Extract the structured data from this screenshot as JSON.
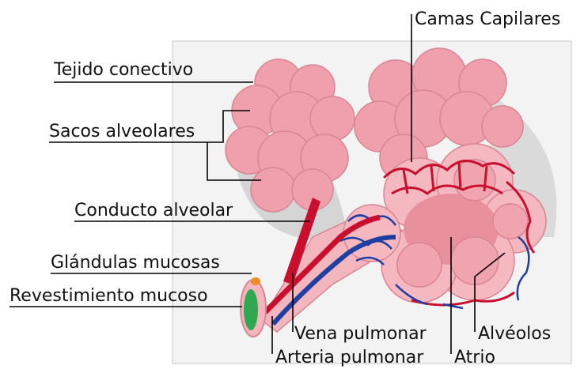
{
  "labels": {
    "capillary_beds": "Camas Capilares",
    "connective_tissue": "Tejido conectivo",
    "alveolar_sacs": "Sacos alveolares",
    "alveolar_duct": "Conducto alveolar",
    "mucous_glands": "Glándulas mucosas",
    "mucous_lining": "Revestimiento mucoso",
    "pulmonary_vein": "Vena pulmonar",
    "pulmonary_artery": "Arteria pulmonar",
    "atrium": "Atrio",
    "alveoli": "Alvéolos"
  },
  "colors": {
    "alveolus_fill": "#f0a0ac",
    "alveolus_stroke": "#d98592",
    "artery": "#c8102e",
    "vein": "#1f3fa0",
    "background_panel": "#f2f2f2",
    "shadow": "#c9c9c9",
    "gland": "#f08a24",
    "mucosa": "#2fa84f"
  }
}
